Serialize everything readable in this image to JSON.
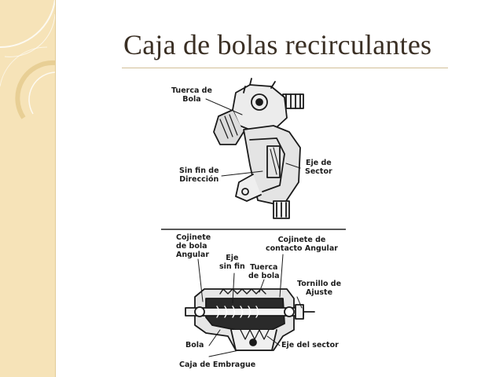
{
  "slide": {
    "title": "Caja de bolas recirculantes"
  },
  "top_diagram": {
    "labels": {
      "tuerca_line1": "Tuerca de",
      "tuerca_line2": "Bola",
      "eje_sector_line1": "Eje de",
      "eje_sector_line2": "Sector",
      "sinfin_line1": "Sin fin de",
      "sinfin_line2": "Dirección"
    }
  },
  "bottom_diagram": {
    "labels": {
      "cojinete_bola_line1": "Cojinete",
      "cojinete_bola_line2": "de bola",
      "cojinete_bola_line3": "Angular",
      "cojinete_contacto_line1": "Cojinete de",
      "cojinete_contacto_line2": "contacto Angular",
      "eje_sinfin_line1": "Eje",
      "eje_sinfin_line2": "sin fin",
      "tuerca_line1": "Tuerca",
      "tuerca_line2": "de bola",
      "tornillo_line1": "Tornillo de",
      "tornillo_line2": "Ajuste",
      "bola": "Bola",
      "eje_sector": "Eje del sector",
      "caja_embrague": "Caja de Embrague"
    }
  },
  "theme": {
    "sidebar_color": "#f6e3b8",
    "title_color": "#3a2f24"
  }
}
